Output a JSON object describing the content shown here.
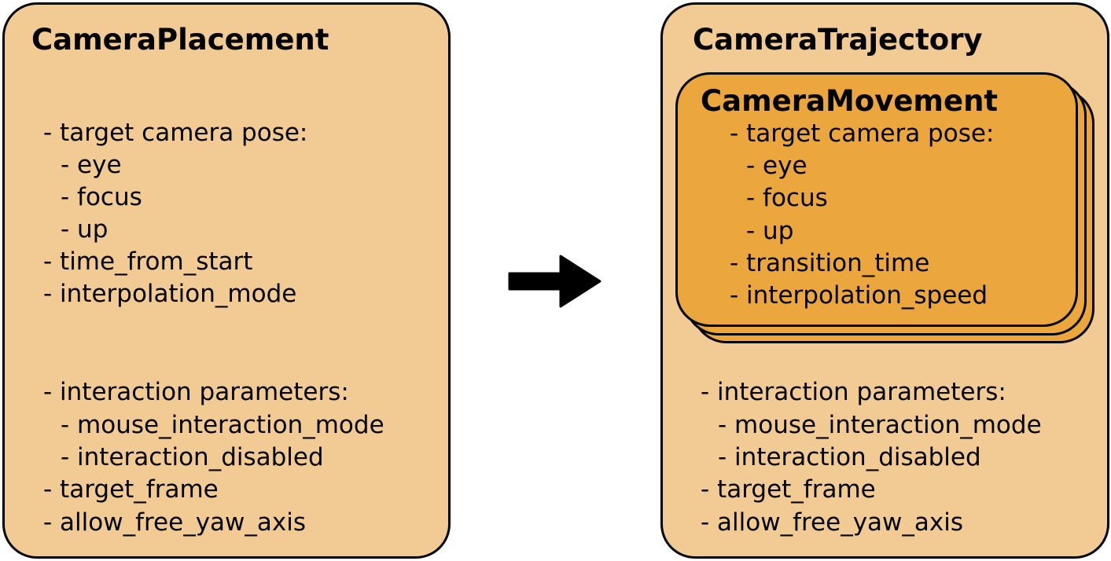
{
  "left_panel": {
    "title": "CameraPlacement",
    "pose_lines": [
      "- target camera pose:",
      "  - eye",
      "  - focus",
      "  - up",
      "- time_from_start",
      "- interpolation_mode"
    ],
    "interaction_lines": [
      "- interaction parameters:",
      "  - mouse_interaction_mode",
      "  - interaction_disabled",
      "- target_frame",
      "- allow_free_yaw_axis"
    ]
  },
  "arrow": {
    "icon": "right-arrow-icon"
  },
  "right_panel": {
    "title": "CameraTrajectory",
    "movement": {
      "title": "CameraMovement",
      "lines": [
        "- target camera pose:",
        "  - eye",
        "  - focus",
        "  - up",
        "- transition_time",
        "- interpolation_speed"
      ]
    },
    "interaction_lines": [
      "- interaction parameters:",
      "  - mouse_interaction_mode",
      "  - interaction_disabled",
      "- target_frame",
      "- allow_free_yaw_axis"
    ]
  },
  "colors": {
    "panel_fill": "#f2cb94",
    "movement_fill": "#eba63e",
    "stroke": "#000000"
  }
}
